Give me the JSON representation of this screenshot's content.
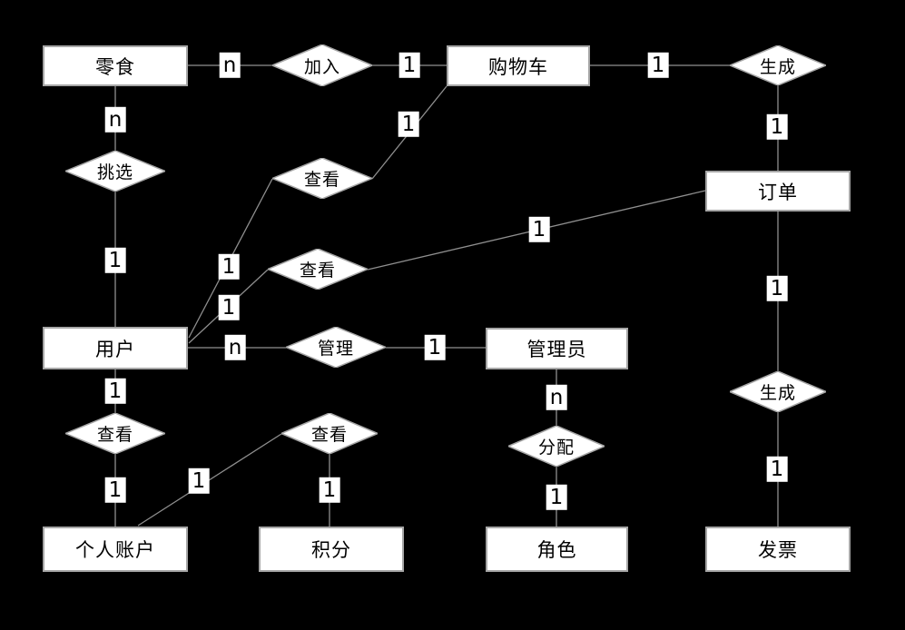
{
  "diagram": {
    "type": "er-diagram",
    "language": "zh",
    "colors": {
      "background": "#000000",
      "node_fill": "#ffffff",
      "node_border": "#a6a6a6",
      "connector": "#8f8f8f",
      "text": "#000000"
    },
    "entities": [
      {
        "id": "snack",
        "label": "零食"
      },
      {
        "id": "shopping-cart",
        "label": "购物车"
      },
      {
        "id": "order",
        "label": "订单"
      },
      {
        "id": "user",
        "label": "用户"
      },
      {
        "id": "admin",
        "label": "管理员"
      },
      {
        "id": "personal-account",
        "label": "个人账户"
      },
      {
        "id": "points",
        "label": "积分"
      },
      {
        "id": "role",
        "label": "角色"
      },
      {
        "id": "invoice",
        "label": "发票"
      }
    ],
    "relationships": [
      {
        "id": "join",
        "label": "加入",
        "between": [
          "零食",
          "购物车"
        ]
      },
      {
        "id": "generate-order",
        "label": "生成",
        "between": [
          "购物车",
          "订单"
        ]
      },
      {
        "id": "pick",
        "label": "挑选",
        "between": [
          "零食",
          "用户"
        ]
      },
      {
        "id": "view-cart",
        "label": "查看",
        "between": [
          "购物车",
          "用户"
        ]
      },
      {
        "id": "view-order",
        "label": "查看",
        "between": [
          "订单",
          "用户"
        ]
      },
      {
        "id": "manage",
        "label": "管理",
        "between": [
          "用户",
          "管理员"
        ]
      },
      {
        "id": "view-account",
        "label": "查看",
        "between": [
          "用户",
          "个人账户"
        ]
      },
      {
        "id": "view-points",
        "label": "查看",
        "between": [
          "个人账户",
          "积分"
        ]
      },
      {
        "id": "assign",
        "label": "分配",
        "between": [
          "管理员",
          "角色"
        ]
      },
      {
        "id": "generate-invoice",
        "label": "生成",
        "between": [
          "订单",
          "发票"
        ]
      }
    ],
    "cardinalities": [
      {
        "label": "n",
        "edge": "零食-加入"
      },
      {
        "label": "1",
        "edge": "加入-购物车"
      },
      {
        "label": "1",
        "edge": "购物车-生成"
      },
      {
        "label": "1",
        "edge": "生成-订单"
      },
      {
        "label": "n",
        "edge": "零食-挑选"
      },
      {
        "label": "1",
        "edge": "购物车-查看"
      },
      {
        "label": "1",
        "edge": "挑选-用户"
      },
      {
        "label": "1",
        "edge": "查看-用户"
      },
      {
        "label": "1",
        "edge": "订单-查看"
      },
      {
        "label": "1",
        "edge": "查看-用户"
      },
      {
        "label": "n",
        "edge": "用户-管理"
      },
      {
        "label": "1",
        "edge": "管理-管理员"
      },
      {
        "label": "1",
        "edge": "用户-查看"
      },
      {
        "label": "1",
        "edge": "查看-个人账户"
      },
      {
        "label": "1",
        "edge": "个人账户-查看"
      },
      {
        "label": "1",
        "edge": "查看-积分"
      },
      {
        "label": "n",
        "edge": "管理员-分配"
      },
      {
        "label": "1",
        "edge": "分配-角色"
      },
      {
        "label": "1",
        "edge": "订单-生成"
      },
      {
        "label": "1",
        "edge": "生成-发票"
      }
    ]
  }
}
